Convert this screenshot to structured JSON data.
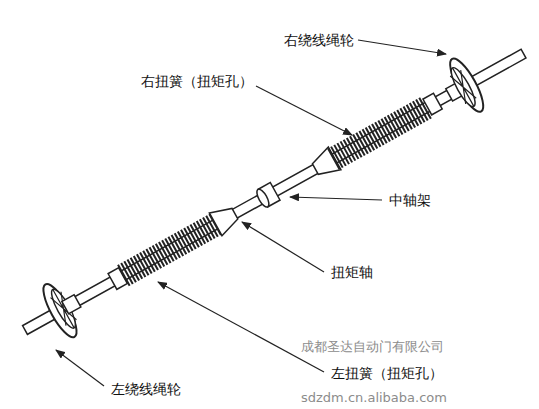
{
  "diagram": {
    "labels": [
      "右绕线绳轮",
      "右扭簧（扭矩孔）",
      "中轴架",
      "扭矩轴",
      "左扭簧（扭矩孔）",
      "左绕线绳轮",
      "成都圣达自动门有限公司",
      "sdzdm.cn.alibaba.com"
    ]
  }
}
